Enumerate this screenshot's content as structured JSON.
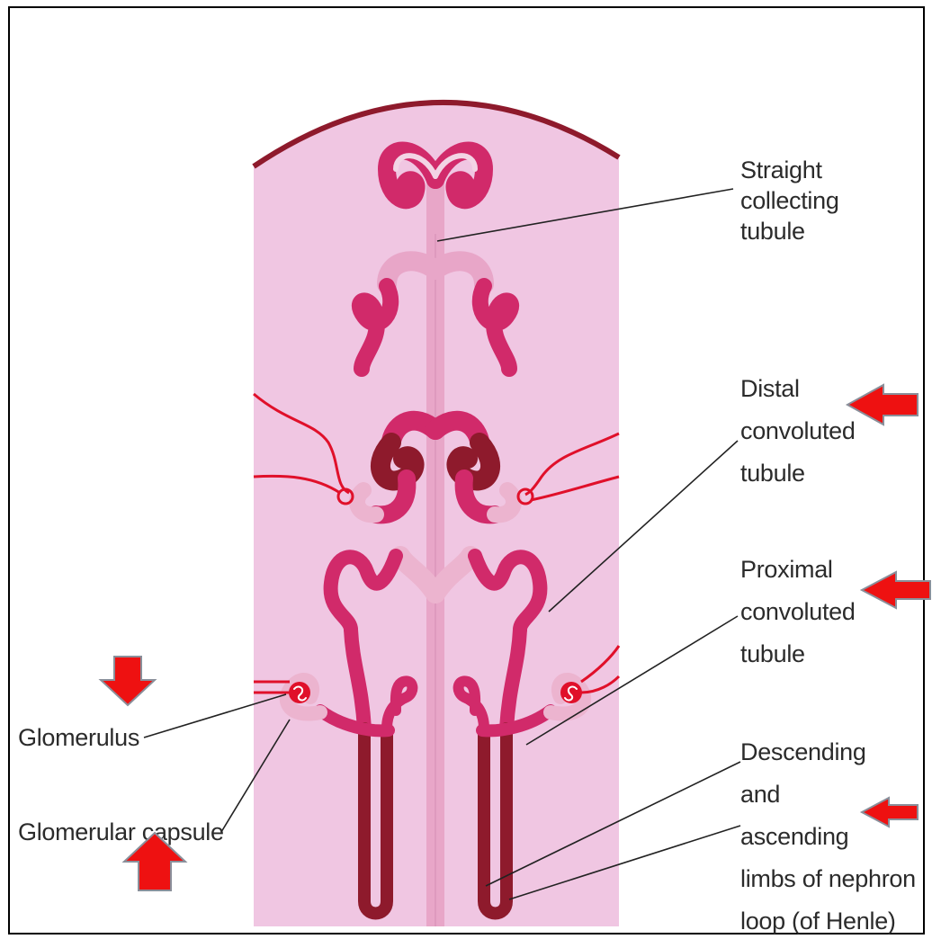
{
  "labels": {
    "straight_collecting_tubule": [
      "Straight",
      "collecting",
      "tubule"
    ],
    "distal_convoluted_tubule": [
      "Distal",
      "convoluted",
      "tubule"
    ],
    "proximal_convoluted_tubule": [
      "Proximal",
      "convoluted",
      "tubule"
    ],
    "nephron_loop": [
      "Descending",
      "and",
      "ascending",
      "limbs of nephron",
      "loop (of Henle)"
    ],
    "glomerulus": "Glomerulus",
    "glomerular_capsule": "Glomerular capsule"
  },
  "colors": {
    "background_tissue": "#f0c6e2",
    "collecting_tubule": "#e8a6c8",
    "tubule": "#d12a6a",
    "loop": "#8e1a2c",
    "vessel": "#e0102a",
    "capsule": "#ecb4cf",
    "arrow": "#ee1111"
  },
  "arrows": [
    "arrow-distal",
    "arrow-proximal",
    "arrow-henle",
    "arrow-glomerulus-down",
    "arrow-capsule-up"
  ]
}
